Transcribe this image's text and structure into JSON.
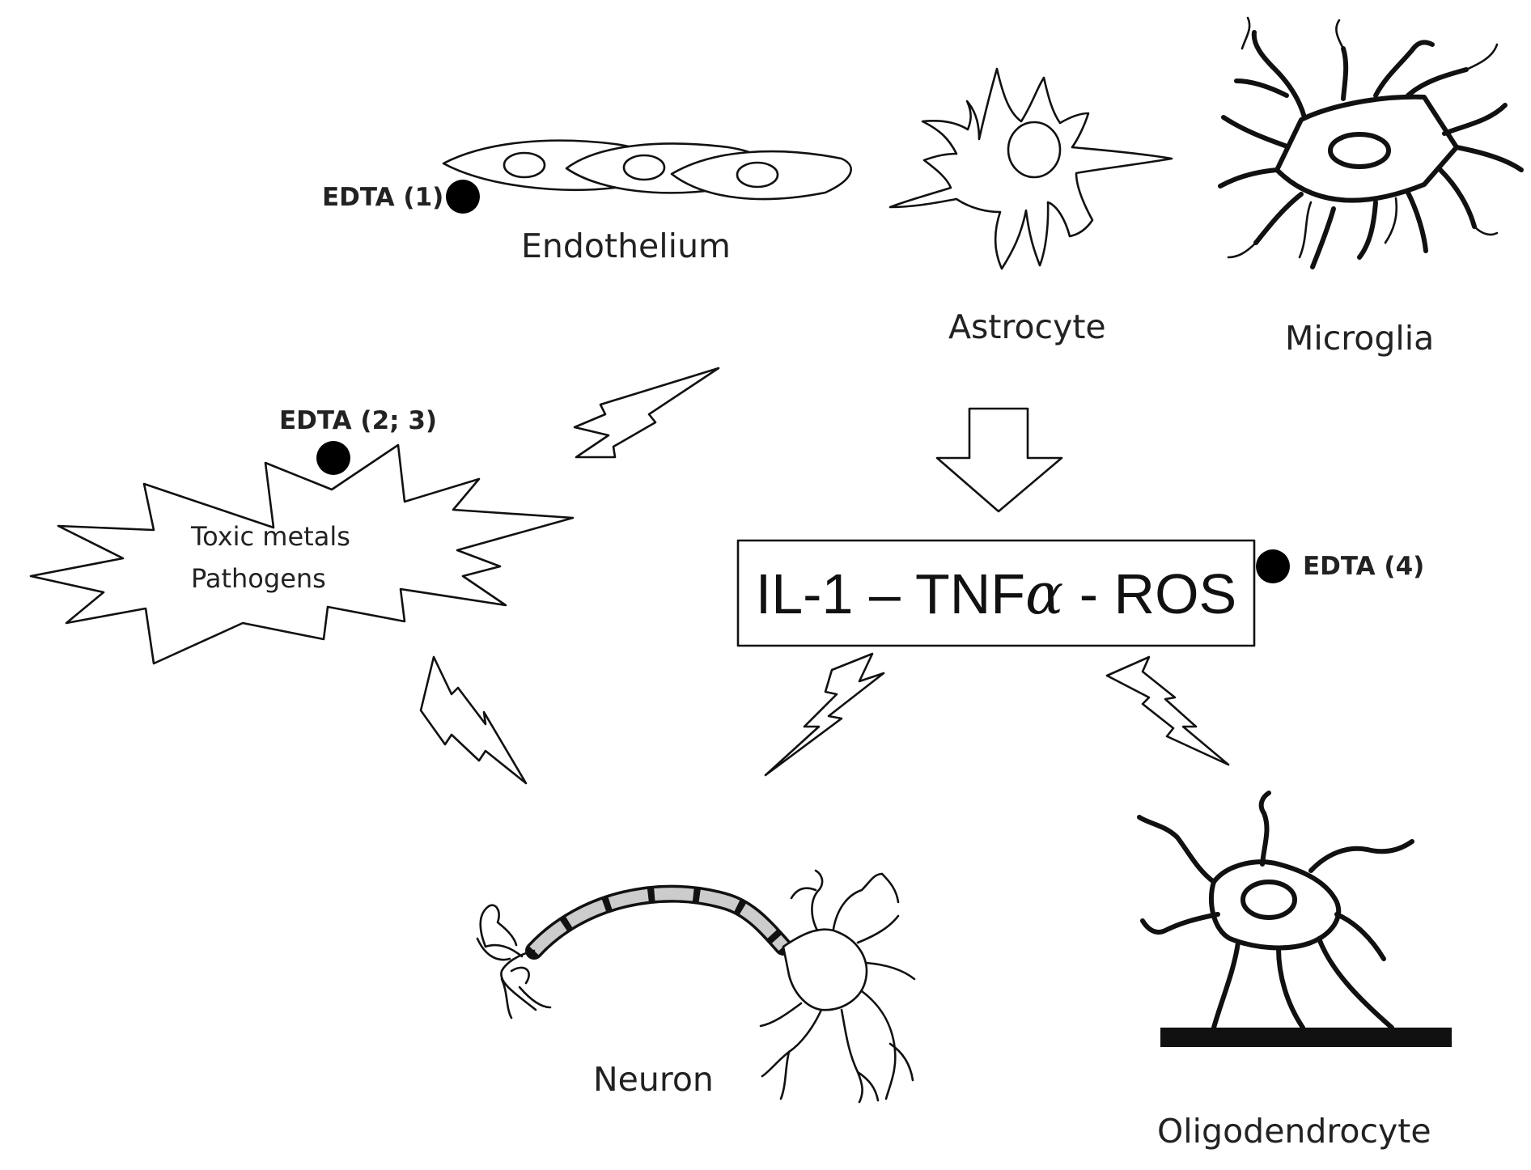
{
  "cells": {
    "endothelium": "Endothelium",
    "astrocyte": "Astrocyte",
    "microglia": "Microglia",
    "neuron": "Neuron",
    "oligodendrocyte": "Oligodendrocyte"
  },
  "edta_markers": {
    "edta_1": "EDTA (1)",
    "edta_2_3": "EDTA (2; 3)",
    "edta_4": "EDTA (4)"
  },
  "stressors": {
    "line_1": "Toxic metals",
    "line_2": "Pathogens"
  },
  "mediators_box": {
    "prefix": "IL-1 – TNF",
    "alpha": "α",
    "suffix": " - ROS"
  }
}
